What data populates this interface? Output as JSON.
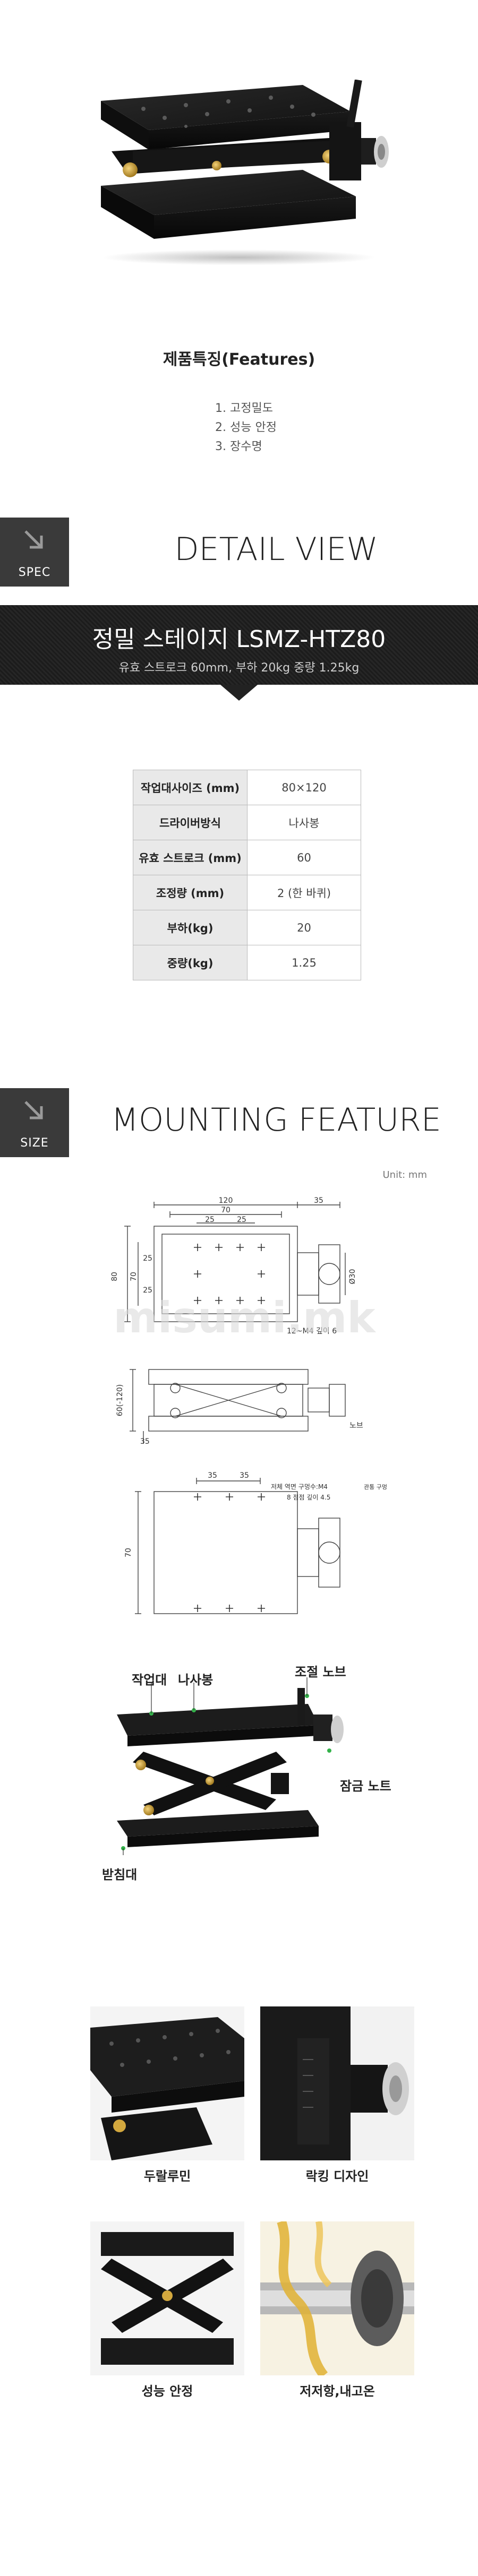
{
  "features": {
    "title": "제품특징(Features)",
    "items": [
      "1. 고정밀도",
      "2. 성능 안정",
      "3. 장수명"
    ]
  },
  "spec_section": {
    "badge": "SPEC",
    "heading": "DETAIL VIEW"
  },
  "banner": {
    "title": "정밀 스테이지 LSMZ-HTZ80",
    "subtitle": "유효 스트로크 60mm, 부하 20kg 중량 1.25kg"
  },
  "spec_table": [
    {
      "key": "작업대사이즈 (mm)",
      "value": "80×120"
    },
    {
      "key": "드라이버방식",
      "value": "나사봉"
    },
    {
      "key": "유효 스트로크 (mm)",
      "value": "60"
    },
    {
      "key": "조정량 (mm)",
      "value": "2  (한 바퀴)"
    },
    {
      "key": "부하(kg)",
      "value": "20"
    },
    {
      "key": "중량(kg)",
      "value": "1.25"
    }
  ],
  "size_section": {
    "badge": "SIZE",
    "heading": "MOUNTING FEATURE",
    "unit": "Unit: mm"
  },
  "drawing": {
    "dim_120": "120",
    "dim_70": "70",
    "dim_25a": "25",
    "dim_25b": "25",
    "dim_35_top": "35",
    "dim_80": "80",
    "dim_70_side": "70",
    "dim_25_side": "25",
    "dim_25_side2": "25",
    "dim_30": "Ø30",
    "hole_note": "12~M4 깊이 6",
    "dim_60": "60(-120)",
    "dim_35": "35",
    "knob_note": "노브",
    "dim_35b": "35",
    "dim_35c": "35",
    "dim_70_bottom": "70",
    "bottom_note1": "저체 역면 구멍수:M4",
    "bottom_note2": "8 점점 깊이 4.5",
    "bottom_note3": "관통 구멍"
  },
  "parts": {
    "worktable": "작업대",
    "screw": "나사봉",
    "adjust_knob": "조절 노브",
    "lock_knob": "잠금 노트",
    "base": "받침대"
  },
  "gallery": [
    {
      "caption": "두랄루민"
    },
    {
      "caption": "락킹 디자인"
    },
    {
      "caption": "성능 안정"
    },
    {
      "caption": "저저항,내고온"
    }
  ],
  "watermark": "misumi.mk"
}
